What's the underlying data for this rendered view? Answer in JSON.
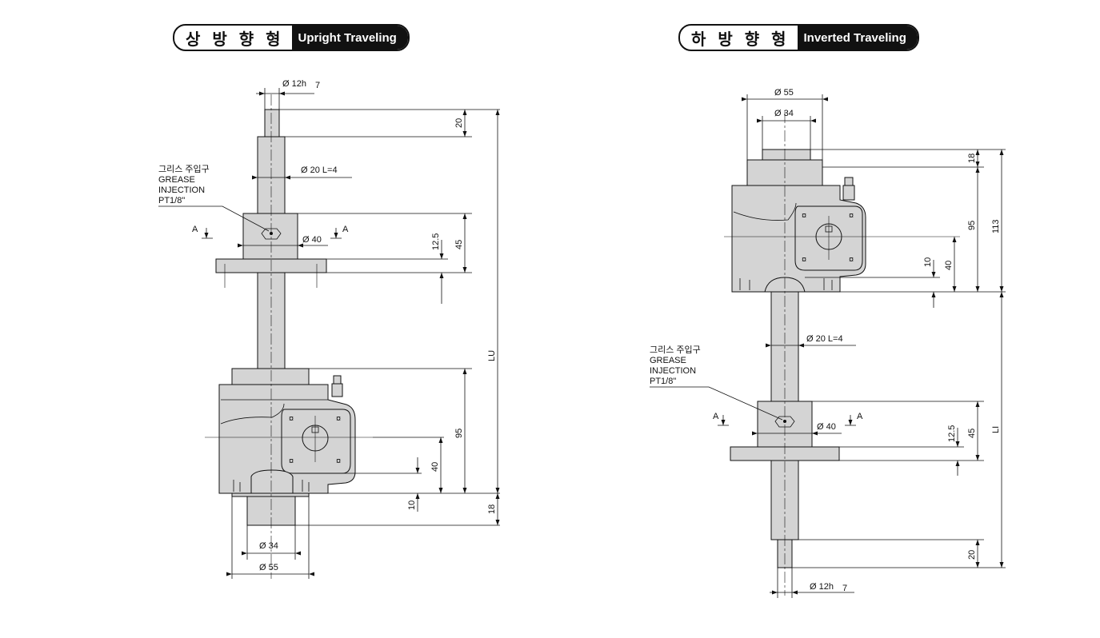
{
  "upright": {
    "title_kr": "상 방 향 형",
    "title_en": "Upright Traveling",
    "dim_shaft_tip": "Ø 12h",
    "dim_shaft_tip_sub": "7",
    "dim_screw": "Ø 20  L=4",
    "grease_kr": "그리스 주입구",
    "grease_en1": "GREASE",
    "grease_en2": "INJECTION",
    "grease_en3": "PT1/8\"",
    "section_a_left": "A",
    "section_a_right": "A",
    "dim_nut": "Ø 40",
    "dim_top": "20",
    "dim_flange": "12.5",
    "dim_nut_height": "45",
    "dim_stroke": "LU",
    "dim_body": "95",
    "dim_center": "40",
    "dim_base": "10",
    "dim_bottom": "18",
    "dim_boss": "Ø 34",
    "dim_outer": "Ø 55"
  },
  "inverted": {
    "title_kr": "하 방 향 형",
    "title_en": "Inverted Traveling",
    "dim_outer": "Ø 55",
    "dim_boss": "Ø 34",
    "dim_top": "18",
    "dim_body": "95",
    "dim_total": "113",
    "dim_base": "10",
    "dim_center": "40",
    "dim_screw": "Ø 20  L=4",
    "grease_kr": "그리스 주입구",
    "grease_en1": "GREASE",
    "grease_en2": "INJECTION",
    "grease_en3": "PT1/8\"",
    "section_a_left": "A",
    "section_a_right": "A",
    "dim_nut": "Ø 40",
    "dim_flange": "12.5",
    "dim_nut_height": "45",
    "dim_stroke": "LI",
    "dim_bottom": "20",
    "dim_shaft_tip": "Ø 12h",
    "dim_shaft_tip_sub": "7"
  }
}
